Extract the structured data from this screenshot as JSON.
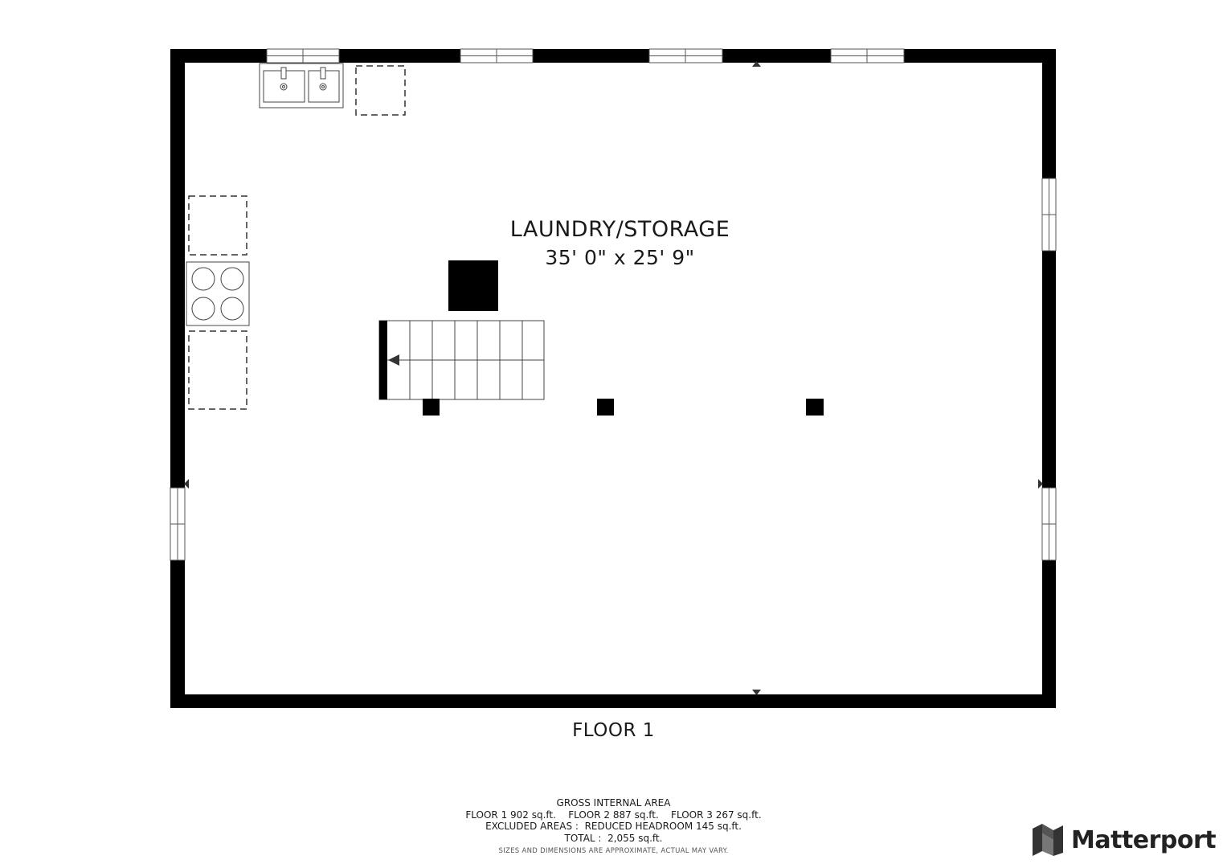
{
  "room": {
    "name": "LAUNDRY/STORAGE",
    "dimensions": "35' 0\" x 25' 9\""
  },
  "floor_label": "FLOOR 1",
  "area_summary": {
    "heading": "GROSS INTERNAL AREA",
    "floors_line": "FLOOR 1 902 sq.ft.    FLOOR 2 887 sq.ft.    FLOOR 3 267 sq.ft.",
    "excluded_line": "EXCLUDED AREAS :  REDUCED HEADROOM 145 sq.ft.",
    "total_line": "TOTAL :  2,055 sq.ft.",
    "disclaimer": "SIZES AND DIMENSIONS ARE APPROXIMATE, ACTUAL MAY VARY."
  },
  "brand": {
    "name": "Matterport",
    "logo_icon": "matterport-logo-icon"
  },
  "colors": {
    "wall": "#000000",
    "line": "#444444",
    "text": "#1a1a1a"
  }
}
